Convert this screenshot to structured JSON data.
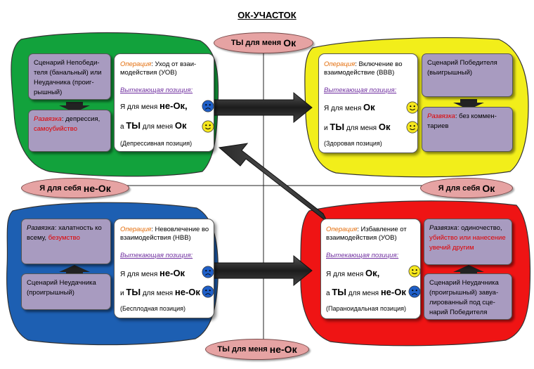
{
  "title": "ОК-УЧАСТОК",
  "axes": {
    "top": {
      "small": "ТЫ для меня",
      "big": "Ок"
    },
    "bottom": {
      "small": "ТЫ для меня",
      "big": "не-Ок"
    },
    "left": {
      "small": "Я для себя",
      "big": "не-Ок"
    },
    "right": {
      "small": "Я для себя",
      "big": "Ок"
    }
  },
  "quadrants": {
    "top_left": {
      "color": "#12a23c",
      "scenario": "Сценарий Непобеди-теля (банальный) или Неудачника (проиг-рышный)",
      "resolution": {
        "label": "Развязка",
        "text": ": депрессия,",
        "red": "самоубийство"
      },
      "operation": {
        "label": "Операция",
        "text": ": Уход от взаи-модействия (УОВ)"
      },
      "position_label": "Вытекающая позиция:",
      "line1": {
        "small": "Я для меня",
        "big": "не-Ок,"
      },
      "line2": {
        "pre": "а",
        "big1": "ТЫ",
        "small": "для меня",
        "big2": "Ок"
      },
      "position": "(Депрессивная позиция)",
      "smiley1": "sad",
      "smiley2": "happy"
    },
    "top_right": {
      "color": "#f2ee1a",
      "scenario": "Сценарий Победителя (выигрышный)",
      "resolution": {
        "label": "Развязка",
        "text": ": без коммен-тариев",
        "red": ""
      },
      "operation": {
        "label": "Операция",
        "text": ": Включение во взаимодействие (ВВВ)"
      },
      "position_label": "Вытекающая позиция:",
      "line1": {
        "small": "Я для меня",
        "big": "Ок"
      },
      "line2": {
        "pre": "и",
        "big1": "ТЫ",
        "small": "для меня",
        "big2": "Ок"
      },
      "position": "(Здоровая позиция)",
      "smiley1": "happy",
      "smiley2": "happy"
    },
    "bottom_left": {
      "color": "#1d5fb2",
      "scenario": "Сценарий Неудачника (проигрышный)",
      "resolution": {
        "label": "Развязка",
        "text": ": халатность ко всему,",
        "red": "безумство"
      },
      "operation": {
        "label": "Операция",
        "text": ": Невовлечение во взаимодействия (НВВ)"
      },
      "position_label": "Вытекающая позиция:",
      "line1": {
        "small": "Я для меня",
        "big": "не-Ок"
      },
      "line2": {
        "pre": "и",
        "big1": "ТЫ",
        "small": "для меня",
        "big2": "не-Ок"
      },
      "position": "(Бесплодная позиция)",
      "smiley1": "sad",
      "smiley2": "sad"
    },
    "bottom_right": {
      "color": "#ef1414",
      "scenario": "Сценарий Неудачника (проигрышный) завуа-лированный под сце-нарий Победителя",
      "resolution": {
        "label": "Развязка",
        "text": ": одиночество,",
        "red": "убийство или нанесение увечий другим"
      },
      "operation": {
        "label": "Операция",
        "text": ": Избавление от взаимодействия (УОВ)"
      },
      "position_label": "Вытекающая позиция:",
      "line1": {
        "small": "Я для меня",
        "big": "Ок,"
      },
      "line2": {
        "pre": "а",
        "big1": "ТЫ",
        "small": "для меня",
        "big2": "не-Ок"
      },
      "position": "(Параноидальная позиция)",
      "smiley1": "happy",
      "smiley2": "sad"
    }
  },
  "colors": {
    "oval": "#e6a3a3",
    "scenario_box": "#a89bc0",
    "arrow": "#3a3a3a",
    "happy": "#f5e61e",
    "sad": "#1f5fc8"
  },
  "icons": [
    "happy-smiley-icon",
    "sad-smiley-icon",
    "right-arrow-icon",
    "down-arrow-icon",
    "up-arrow-icon",
    "diagonal-arrow-icon"
  ]
}
